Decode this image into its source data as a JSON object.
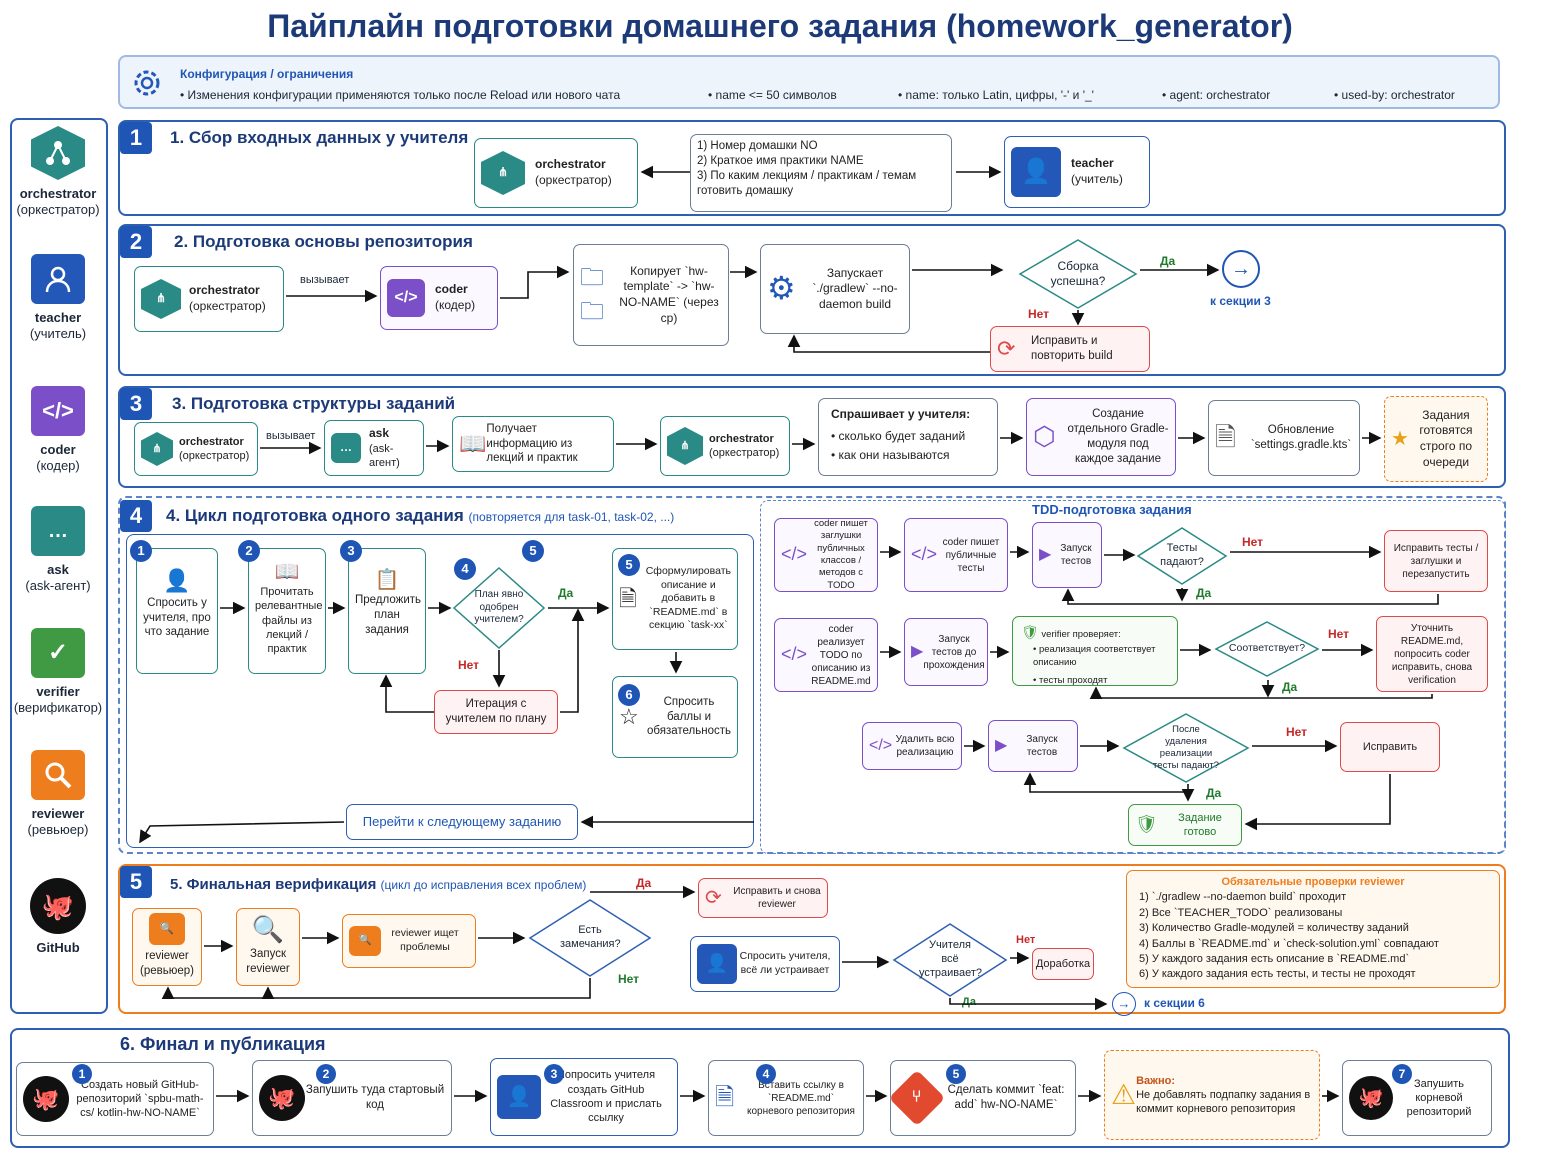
{
  "title": "Пайплайн подготовки домашнего задания (homework_generator)",
  "config": {
    "heading": "Конфигурация / ограничения",
    "items": [
      "Изменения конфигурации применяются только после Reload или нового чата",
      "name  <=  50 символов",
      "name:  только Latin, цифры, '-' и '_'",
      "agent:  orchestrator",
      "used-by:  orchestrator"
    ]
  },
  "sidebar": [
    {
      "name": "orchestrator",
      "sub": "(оркестратор)"
    },
    {
      "name": "teacher",
      "sub": "(учитель)"
    },
    {
      "name": "coder",
      "sub": "(кодер)"
    },
    {
      "name": "ask",
      "sub": "(ask-агент)"
    },
    {
      "name": "verifier",
      "sub": "(верификатор)"
    },
    {
      "name": "reviewer",
      "sub": "(ревьюер)"
    },
    {
      "name": "GitHub",
      "sub": ""
    }
  ],
  "s1": {
    "num": "1",
    "title": "1. Сбор входных данных у учителя",
    "orch": "orchestrator",
    "orch_sub": "(оркестратор)",
    "list": [
      "1)  Номер домашки NO",
      "2)  Краткое имя практики NAME",
      "3)  По каким лекциям / практикам / темам готовить домашку"
    ],
    "teacher": "teacher",
    "teacher_sub": "(учитель)"
  },
  "s2": {
    "num": "2",
    "title": "2. Подготовка основы репозитория",
    "orch": "orchestrator",
    "orch_sub": "(оркестратор)",
    "calls": "вызывает",
    "coder": "coder",
    "coder_sub": "(кодер)",
    "copy": "Копирует `hw-template` -> `hw-NO-NAME` (через cp)",
    "run": "Запускает `./gradlew` --no-daemon build",
    "build_ok": "Сборка успешна?",
    "yes": "Да",
    "no": "Нет",
    "to3": "к секции 3",
    "fix": "Исправить и повторить build"
  },
  "s3": {
    "num": "3",
    "title": "3. Подготовка структуры заданий",
    "orch": "orchestrator",
    "orch_sub": "(оркестратор)",
    "calls": "вызывает",
    "ask": "ask",
    "ask_sub": "(ask-агент)",
    "info": "Получает информацию из лекций и практик",
    "orch2": "orchestrator",
    "orch2_sub": "(оркестратор)",
    "asks_head": "Спрашивает у учителя:",
    "asks": [
      "сколько будет заданий",
      "как они называются"
    ],
    "gradle": "Создание отдельного Gradle-модуля под каждое задание",
    "settings": "Обновление `settings.gradle.kts`",
    "queue": "Задания готовятся строго по очереди"
  },
  "s4": {
    "num": "4",
    "title": "4. Цикл подготовка одного задания",
    "title_note": "(повторяется для task-01, task-02, ...)",
    "steps": [
      "Спросить у учителя, про что задание",
      "Прочитать релевантные файлы из лекций / практик",
      "Предложить план задания",
      "План явно одобрен учителем?",
      "Сформулировать описание и добавить в `README.md` в секцию `task-xx`",
      "Спросить баллы и обязательность"
    ],
    "step_nums": [
      "1",
      "2",
      "3",
      "4",
      "5",
      "5",
      "6"
    ],
    "yes": "Да",
    "no": "Нет",
    "iterate": "Итерация с учителем по плану",
    "next": "Перейти к следующему заданию",
    "tdd": {
      "title": "TDD-подготовка задания",
      "stubs": "coder пишет заглушки публичных классов / методов с TODO",
      "tests": "coder пишет публичные тесты",
      "run1": "Запуск тестов",
      "fail_q": "Тесты падают?",
      "no": "Нет",
      "yes": "Да",
      "fix1": "Исправить тесты / заглушки и перезапустить",
      "impl": "coder реализует TODO по описанию из README.md",
      "run2": "Запуск тестов до прохождения",
      "verifier_head": "verifier проверяет:",
      "verifier": [
        "реализация соответствует описанию",
        "тесты проходят"
      ],
      "match_q": "Соответствует?",
      "fix2": "Уточнить README.md, попросить coder исправить, снова verification",
      "del": "Удалить всю реализацию",
      "run3": "Запуск тестов",
      "after_q": "После удаления реализации тесты падают?",
      "fix3": "Исправить",
      "done": "Задание готово"
    }
  },
  "s5": {
    "num": "5",
    "title": "5. Финальная верификация",
    "title_note": "(цикл до исправления всех проблем)",
    "reviewer": "reviewer",
    "reviewer_sub": "(ревьюер)",
    "run": "Запуск reviewer",
    "seek": "reviewer ищет проблемы",
    "remarks_q": "Есть замечания?",
    "yes": "Да",
    "no": "Нет",
    "fix": "Исправить и снова reviewer",
    "ask_teacher": "Спросить учителя, всё ли устраивает",
    "ok_q": "Учителя всё устраивает?",
    "rework": "Доработка",
    "to6": "к секции 6",
    "checks_title": "Обязательные проверки reviewer",
    "checks": [
      "1)  `./gradlew --no-daemon build` проходит",
      "2)  Все `TEACHER_TODO` реализованы",
      "3)  Количество Gradle-модулей = количеству заданий",
      "4)  Баллы в `README.md` и `check-solution.yml` совпадают",
      "5)  У каждого задания есть описание в `README.md`",
      "6)  У каждого задания есть тесты, и тесты не проходят"
    ]
  },
  "s6": {
    "title": "6. Финал и публикация",
    "steps": [
      "Создать новый GitHub-репозиторий `spbu-math-cs/ kotlin-hw-NO-NAME`",
      "Запушить туда стартовый код",
      "Попросить учителя создать GitHub Classroom и прислать ссылку",
      "Вставить ссылку в `README.md` корневого репозитория",
      "Сделать коммит `feat: add` hw-NO-NAME`"
    ],
    "step_nums": [
      "1",
      "2",
      "3",
      "4",
      "5",
      "7"
    ],
    "important_head": "Важно:",
    "important": "Не добавлять подпапку задания в коммит корневого репозитория",
    "push": "Запушить корневой репозиторий"
  }
}
